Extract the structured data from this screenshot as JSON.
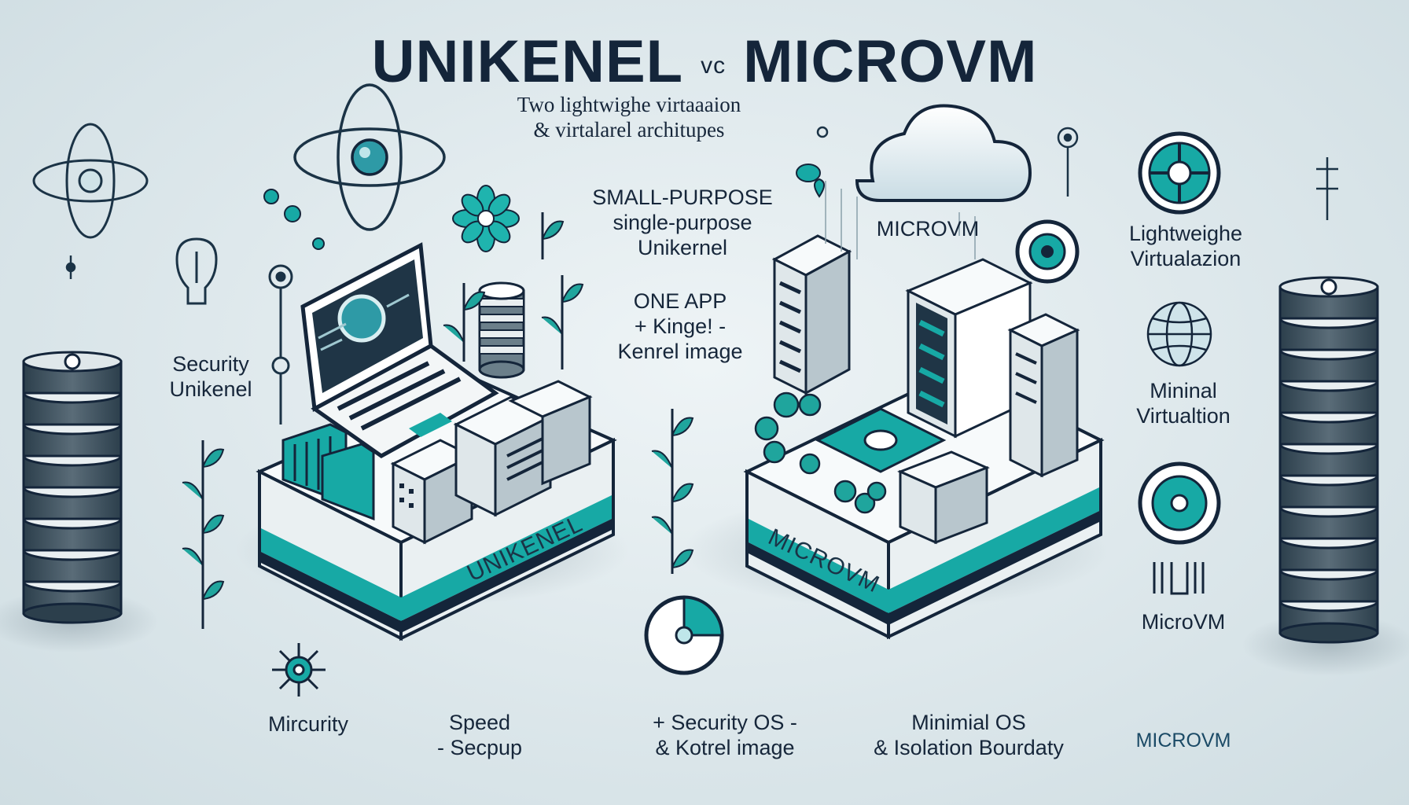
{
  "title": {
    "left": "UNIKENEL",
    "vs": "vc",
    "right": "MICROVM"
  },
  "subtitle": {
    "line1": "Two lightwighe virtaaaion",
    "line2": "& virtalarel architupes"
  },
  "left_labels": {
    "security": [
      "Security",
      "Unikenel"
    ]
  },
  "center_labels": {
    "purpose": [
      "SMALL-PURPOSE",
      "single-purpose",
      "Unikernel"
    ],
    "app": [
      "ONE APP",
      "+ Kinge! -",
      "Kenrel image"
    ]
  },
  "microvm_label": "MICROVM",
  "right_labels": {
    "lightweight": [
      "Lightweighe",
      "Virtualazion"
    ],
    "minimal": [
      "Mininal",
      "Virtualtion"
    ],
    "microvm": "MicroVM"
  },
  "platform_labels": {
    "unikernel": "UNIKENEL",
    "microvm": "MICROVM"
  },
  "bottom_labels": {
    "mircurity": "Mircurity",
    "speed": [
      "Speed",
      "- Secpup"
    ],
    "security_os": [
      "+ Security OS -",
      "& Kotrel image"
    ],
    "minimal_os": [
      "Minimial OS",
      "& Isolation Bourdaty"
    ],
    "microvm": "MICROVM"
  },
  "colors": {
    "teal": "#17a9a5",
    "navy": "#14253a",
    "platform_white": "#f7fafb",
    "background": "#dbe6ea"
  }
}
